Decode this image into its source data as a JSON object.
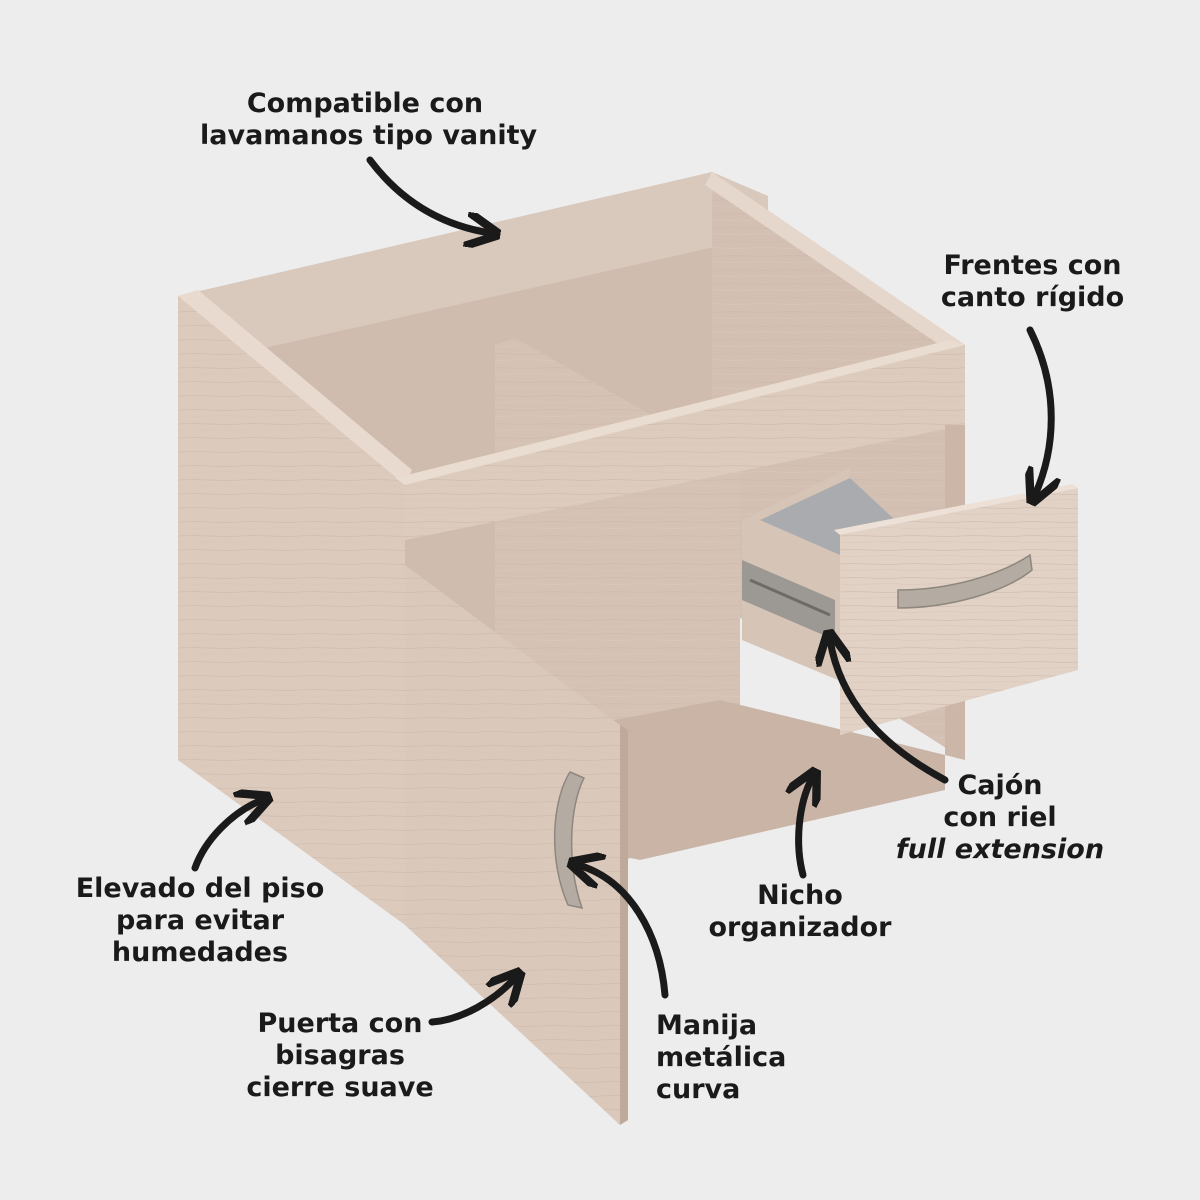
{
  "annotations": {
    "vanity": {
      "line1": "Compatible con",
      "line2": "lavamanos tipo vanity"
    },
    "frentes": {
      "line1": "Frentes con",
      "line2": "canto rígido"
    },
    "cajon": {
      "line1": "Cajón",
      "line2": "con riel",
      "line3": "full extension"
    },
    "nicho": {
      "line1": "Nicho",
      "line2": "organizador"
    },
    "elevado": {
      "line1": "Elevado del piso",
      "line2": "para evitar",
      "line3": "humedades"
    },
    "puerta": {
      "line1": "Puerta con",
      "line2": "bisagras",
      "line3": "cierre suave"
    },
    "manija": {
      "line1": "Manija",
      "line2": "metálica",
      "line3": "curva"
    }
  },
  "colors": {
    "background": "#ededed",
    "wood_light": "#e3d3c8",
    "wood_mid": "#d6c3b6",
    "wood_dark": "#c4ad9f",
    "handle": "#b4aca2",
    "drawer_interior": "#a9abae",
    "arrow": "#1a1a1a"
  }
}
